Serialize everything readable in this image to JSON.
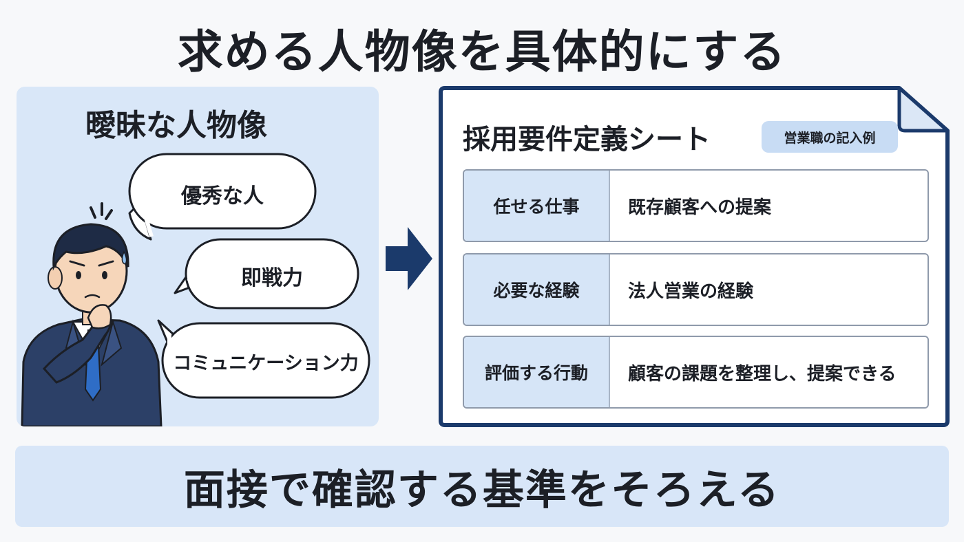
{
  "title": "求める人物像を具体的にする",
  "left": {
    "heading": "曖昧な人物像",
    "bubbles": [
      "優秀な人",
      "即戦力",
      "コミュニケーション力"
    ]
  },
  "sheet": {
    "title": "採用要件定義シート",
    "tag": "営業職の記入例",
    "rows": [
      {
        "label": "任せる仕事",
        "value": "既存顧客への提案"
      },
      {
        "label": "必要な経験",
        "value": "法人営業の経験"
      },
      {
        "label": "評価する行動",
        "value": "顧客の課題を整理し、提案できる"
      }
    ]
  },
  "bottom": "面接で確認する基準をそろえる",
  "colors": {
    "navy": "#1b3a6b",
    "panel_blue": "#d9e7f8",
    "label_blue": "#d6e5f7",
    "tag_blue": "#c8dcf4"
  },
  "icons": [
    "worried-businessman-icon",
    "right-arrow-icon",
    "document-sheet-icon"
  ]
}
